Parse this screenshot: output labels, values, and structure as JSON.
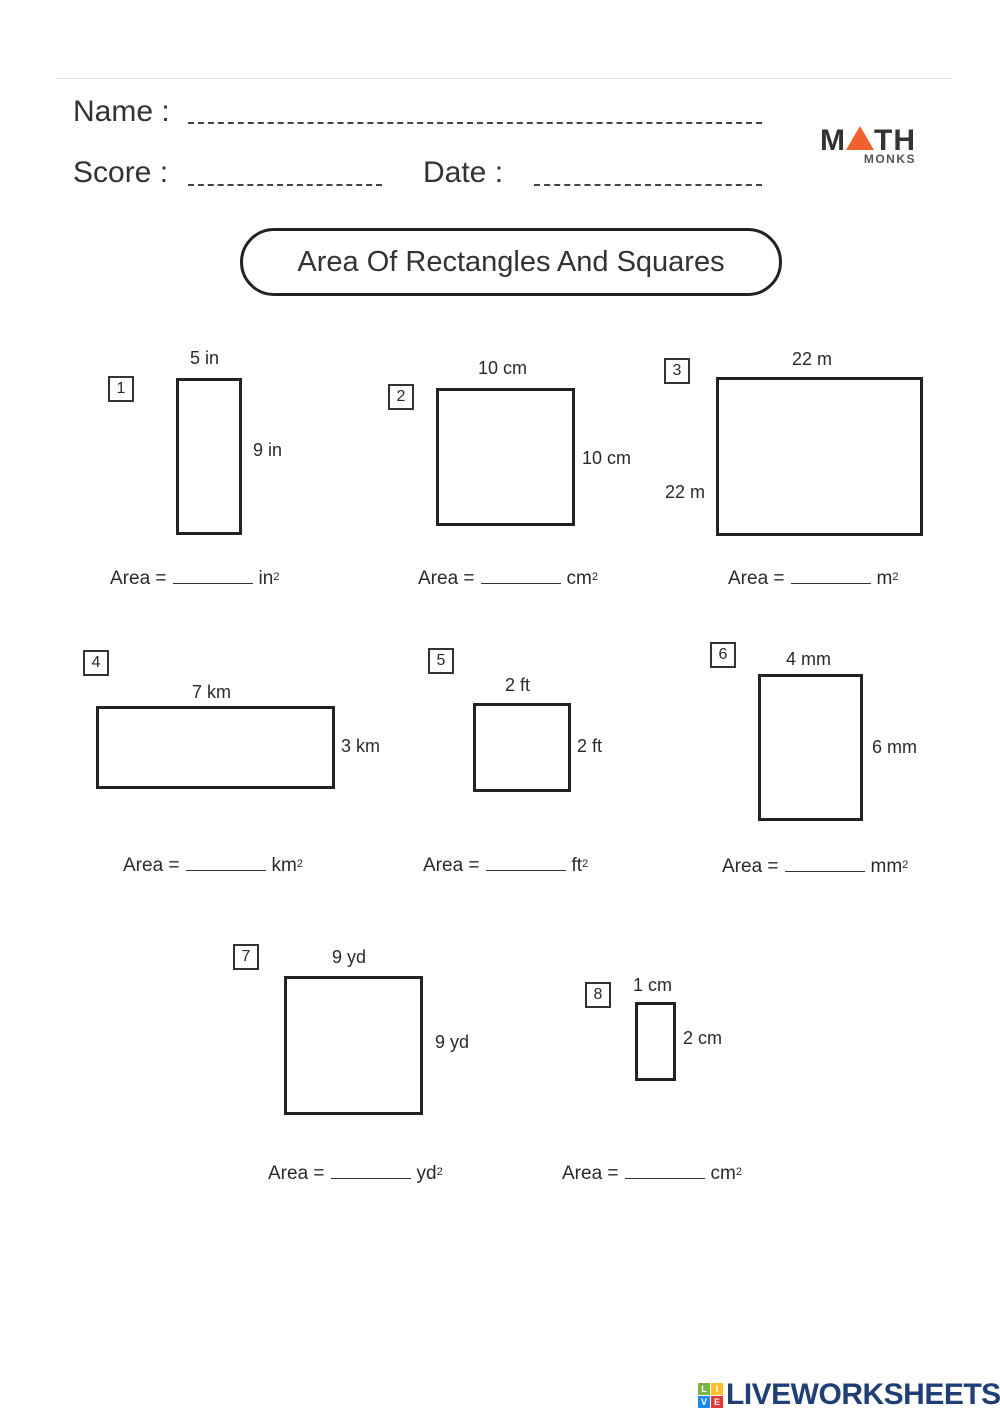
{
  "header": {
    "name_label": "Name :",
    "score_label": "Score :",
    "date_label": "Date :"
  },
  "logo": {
    "brand_left": "M",
    "brand_right": "TH",
    "sub": "MONKS",
    "accent": "#f0622d"
  },
  "title": "Area Of Rectangles And Squares",
  "area_label": "Area =",
  "problems": [
    {
      "number": "1",
      "top": "5 in",
      "side": "9 in",
      "unit": "in",
      "exp": "2"
    },
    {
      "number": "2",
      "top": "10 cm",
      "side": "10 cm",
      "unit": "cm",
      "exp": "2"
    },
    {
      "number": "3",
      "top": "22 m",
      "side": "22 m",
      "unit": "m",
      "exp": "2"
    },
    {
      "number": "4",
      "top": "7 km",
      "side": "3 km",
      "unit": "km",
      "exp": "2"
    },
    {
      "number": "5",
      "top": "2 ft",
      "side": "2 ft",
      "unit": "ft",
      "exp": "2"
    },
    {
      "number": "6",
      "top": "4 mm",
      "side": "6 mm",
      "unit": "mm",
      "exp": "2"
    },
    {
      "number": "7",
      "top": "9 yd",
      "side": "9 yd",
      "unit": "yd",
      "exp": "2"
    },
    {
      "number": "8",
      "top": "1 cm",
      "side": "2 cm",
      "unit": "cm",
      "exp": "2"
    }
  ],
  "footer": {
    "badge_letters": [
      "L",
      "I",
      "V",
      "E"
    ],
    "badge_colors": [
      "#7cb342",
      "#fbc02d",
      "#1e88e5",
      "#e53935"
    ],
    "brand": "LIVEWORKSHEETS",
    "brand_color": "#1f3f76"
  }
}
